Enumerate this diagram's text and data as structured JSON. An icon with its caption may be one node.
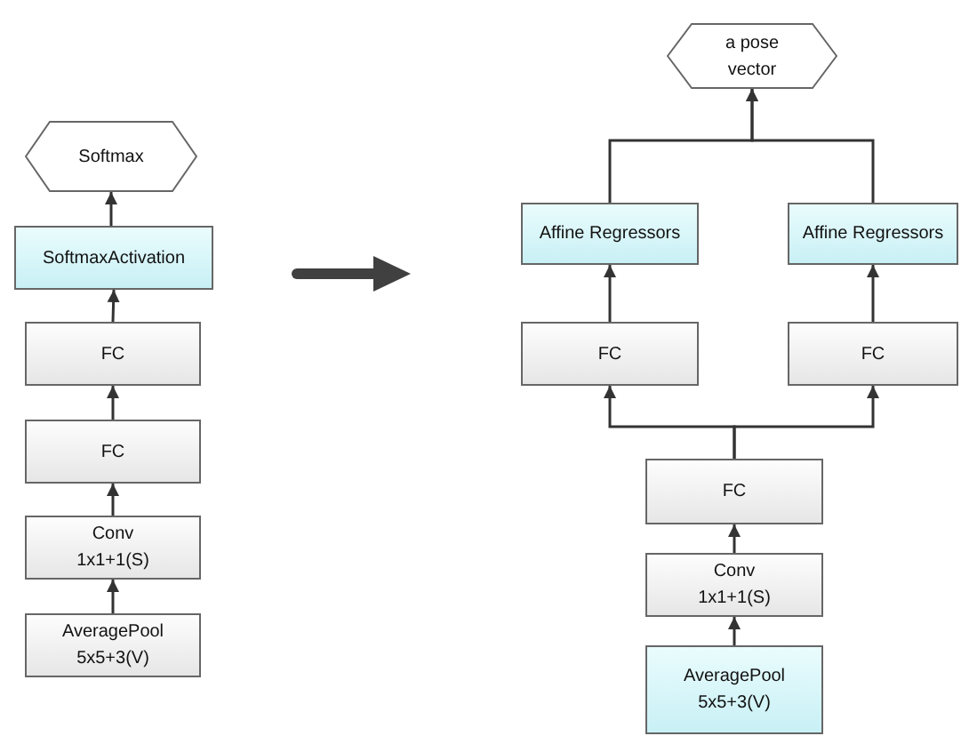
{
  "diagram": {
    "nodes": [
      {
        "text": [
          "Softmax"
        ]
      },
      {
        "text": [
          "SoftmaxActivation"
        ]
      },
      {
        "text": [
          "FC"
        ]
      },
      {
        "text": [
          "FC"
        ]
      },
      {
        "text": [
          "Conv 1x1+1(S)"
        ]
      },
      {
        "text": [
          "AveragePool 5x5+3(V)"
        ]
      },
      {
        "text": [
          "a pose vector"
        ]
      },
      {
        "text": [
          "Affine Regressors"
        ]
      },
      {
        "text": [
          "Affine Regressors"
        ]
      },
      {
        "text": [
          "FC"
        ]
      },
      {
        "text": [
          "FC"
        ]
      },
      {
        "text": [
          "FC"
        ]
      },
      {
        "text": [
          "Conv 1x1+1(S)"
        ]
      },
      {
        "text": [
          "AveragePool 5x5+3(V)"
        ]
      }
    ],
    "edges": [
      {
        "from": 5,
        "to": 4,
        "arrow": "to"
      },
      {
        "from": 4,
        "to": 3,
        "arrow": "to"
      },
      {
        "from": 3,
        "to": 2,
        "arrow": "to"
      },
      {
        "from": 2,
        "to": 1,
        "arrow": "to"
      },
      {
        "from": 1,
        "to": 0,
        "arrow": "to"
      },
      {
        "from": 13,
        "to": 12,
        "arrow": "to"
      },
      {
        "from": 12,
        "to": 11,
        "arrow": "to"
      },
      {
        "from": 11,
        "to": 9,
        "arrow": "to"
      },
      {
        "from": 11,
        "to": 10,
        "arrow": "to"
      },
      {
        "from": 9,
        "to": 7,
        "arrow": "to"
      },
      {
        "from": 10,
        "to": 8,
        "arrow": "to"
      },
      {
        "from": 7,
        "to": 6,
        "arrow": "to"
      },
      {
        "from": 8,
        "to": 6,
        "arrow": "to"
      }
    ]
  }
}
